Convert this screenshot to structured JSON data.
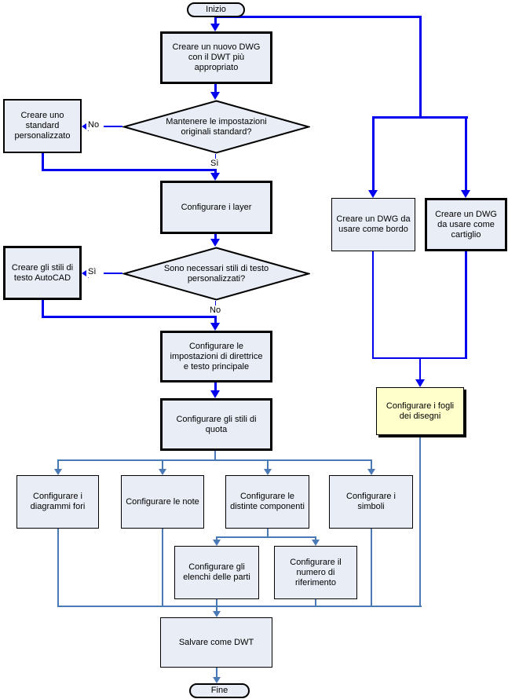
{
  "colors": {
    "flow": "#0101ef",
    "branch": "#4a7ab5",
    "node-fill": "#e9edf6",
    "highlight-fill": "#ffffcc",
    "node-border": "#000000",
    "canvas-bg": "#ffffff"
  },
  "nodes": {
    "start": {
      "type": "terminator",
      "label": "Inizio"
    },
    "create_dwg": {
      "type": "process",
      "label": "Creare un nuovo DWG con il DWT più appropriato"
    },
    "decision_keep": {
      "type": "decision",
      "label": "Mantenere le impostazioni originali standard?"
    },
    "custom_standard": {
      "type": "process",
      "label": "Creare uno standard personalizzato"
    },
    "layers": {
      "type": "process",
      "label": "Configurare i layer"
    },
    "decision_textstyles": {
      "type": "decision",
      "label": "Sono necessari stili di testo personalizzati?"
    },
    "autocad_text_styles": {
      "type": "process",
      "label": "Creare gli stili di testo AutoCAD"
    },
    "leader_settings": {
      "type": "process",
      "label": "Configurare le impostazioni di direttrice e testo principale"
    },
    "dim_styles": {
      "type": "process",
      "label": "Configurare gli stili di quota"
    },
    "dwg_border": {
      "type": "process",
      "label": "Creare un DWG da usare come bordo"
    },
    "dwg_titleblock": {
      "type": "process",
      "label": "Creare un DWG da usare come cartiglio"
    },
    "sheets": {
      "type": "process-highlight",
      "label": "Configurare i fogli dei disegni"
    },
    "hole_charts": {
      "type": "process",
      "label": "Configurare i diagrammi fori"
    },
    "notes": {
      "type": "process",
      "label": "Configurare le note"
    },
    "bom": {
      "type": "process",
      "label": "Configurare le distinte componenti"
    },
    "symbols": {
      "type": "process",
      "label": "Configurare i simboli"
    },
    "parts_lists": {
      "type": "process",
      "label": "Configurare gli elenchi delle parti"
    },
    "balloons": {
      "type": "process",
      "label": "Configurare il numero di riferimento"
    },
    "save_dwt": {
      "type": "process",
      "label": "Salvare come DWT"
    },
    "end": {
      "type": "terminator",
      "label": "Fine"
    }
  },
  "edge_labels": {
    "keep_no": "No",
    "keep_yes": "Sì",
    "text_yes": "Sì",
    "text_no": "No"
  }
}
